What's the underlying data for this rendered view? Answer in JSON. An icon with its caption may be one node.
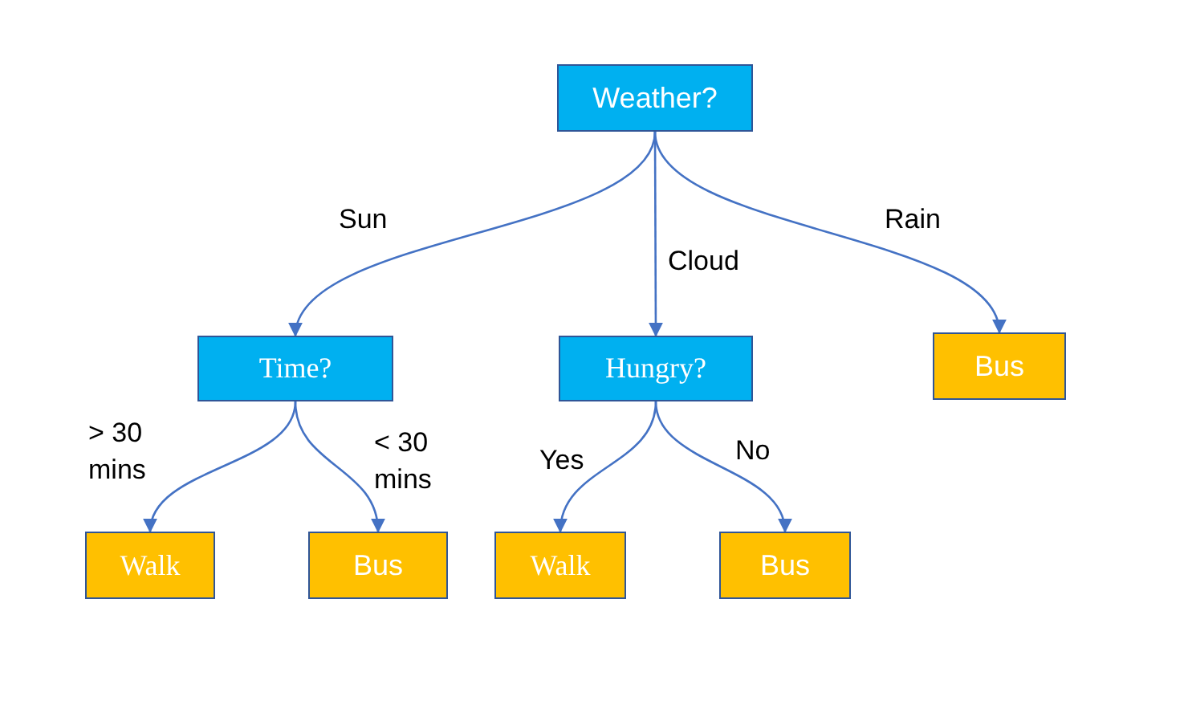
{
  "diagram": {
    "nodes": [
      {
        "text": [
          "Weather?"
        ]
      },
      {
        "text": [
          "Time?"
        ]
      },
      {
        "text": [
          "Hungry?"
        ]
      },
      {
        "text": [
          "Bus"
        ]
      },
      {
        "text": [
          "Walk"
        ]
      },
      {
        "text": [
          "Bus"
        ]
      },
      {
        "text": [
          "Walk"
        ]
      },
      {
        "text": [
          "Bus"
        ]
      }
    ],
    "edges": [
      {
        "from": 0,
        "to": 1,
        "arrow": "to",
        "label": "Sun"
      },
      {
        "from": 0,
        "to": 2,
        "arrow": "to",
        "label": "Cloud"
      },
      {
        "from": 0,
        "to": 3,
        "arrow": "to",
        "label": "Rain"
      },
      {
        "from": 1,
        "to": 4,
        "arrow": "to",
        "label": "> 30 mins"
      },
      {
        "from": 1,
        "to": 5,
        "arrow": "to",
        "label": "< 30 mins"
      },
      {
        "from": 2,
        "to": 6,
        "arrow": "to",
        "label": "Yes"
      },
      {
        "from": 2,
        "to": 7,
        "arrow": "to",
        "label": "No"
      }
    ]
  }
}
